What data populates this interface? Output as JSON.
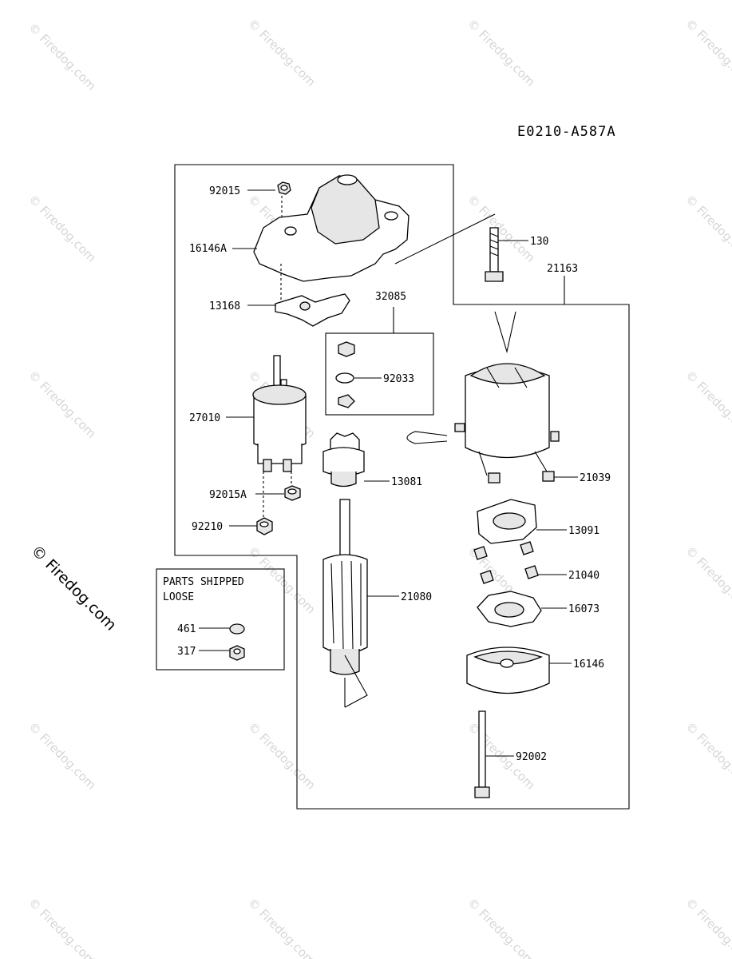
{
  "diagram_code": "E0210-A587A",
  "watermark": "© Firedog.com",
  "side_watermark": "© Firedog.com",
  "loose_box": {
    "line1": "PARTS SHIPPED",
    "line2": "LOOSE"
  },
  "labels": {
    "p92015": "92015",
    "p16146A": "16146A",
    "p13168": "13168",
    "p32085": "32085",
    "p92033": "92033",
    "p27010": "27010",
    "p13081": "13081",
    "p92015A": "92015A",
    "p92210": "92210",
    "p461": "461",
    "p317": "317",
    "p21080": "21080",
    "p130": "130",
    "p21163": "21163",
    "p21039": "21039",
    "p13091": "13091",
    "p21040": "21040",
    "p16073": "16073",
    "p16146": "16146",
    "p92002": "92002"
  }
}
